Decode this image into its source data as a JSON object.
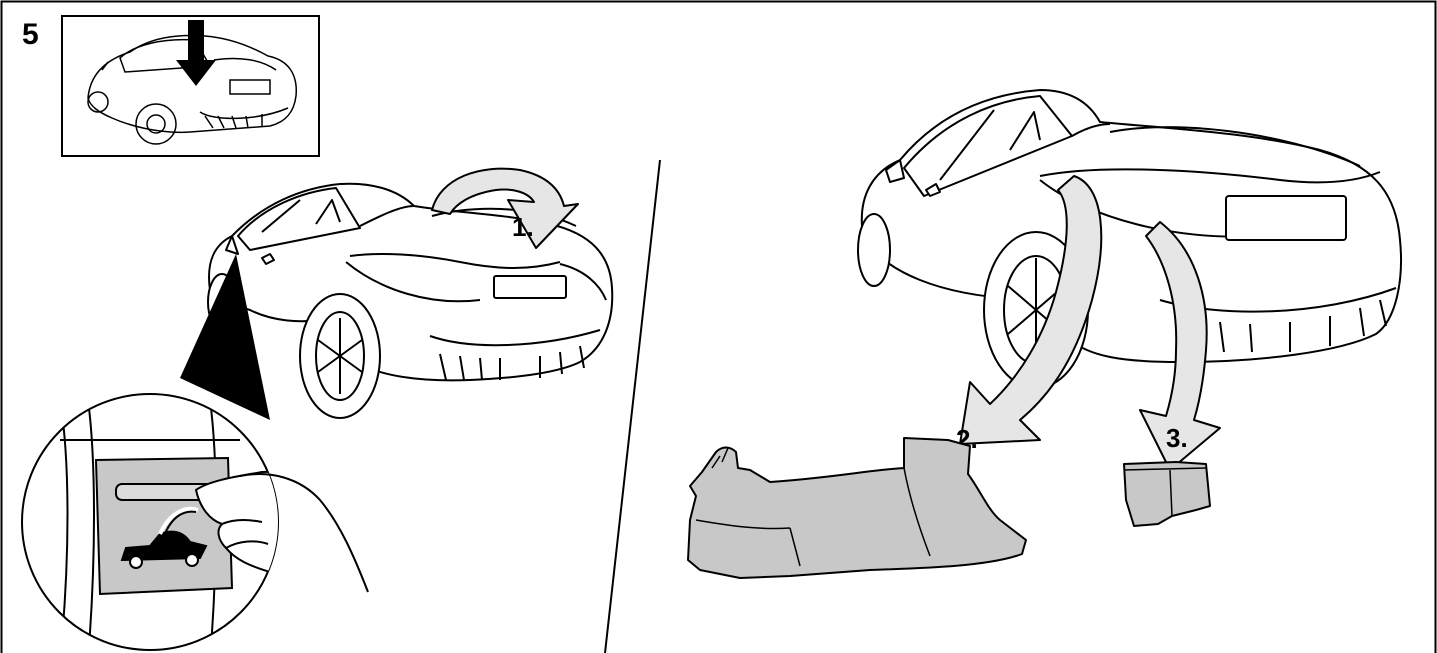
{
  "figure": {
    "number": "5",
    "colors": {
      "line": "#000000",
      "part_fill": "#c8c8c8",
      "arrow_fill": "#e6e6e6",
      "background": "#ffffff"
    },
    "inset": {
      "icon": "car-rear-arrow-down-icon"
    },
    "steps": [
      {
        "label": "1.",
        "icon": "curved-arrow-icon",
        "meaning": ""
      },
      {
        "label": "2.",
        "icon": "curved-arrow-icon",
        "meaning": ""
      },
      {
        "label": "3.",
        "icon": "curved-arrow-icon",
        "meaning": ""
      }
    ],
    "zoom_detail": {
      "icon": "convertible-roof-button-icon"
    }
  }
}
